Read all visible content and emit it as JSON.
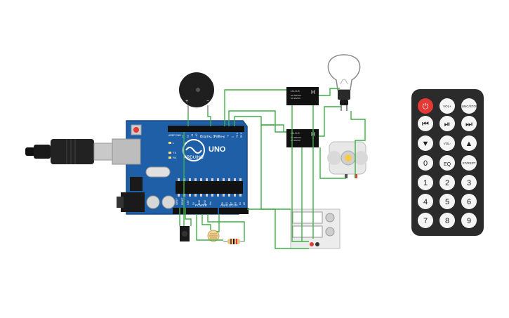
{
  "arduino": {
    "brand": "ARDUINO",
    "model": "UNO",
    "digital_header": "DIGITAL (PWM~)",
    "power_header": "POWER",
    "analog_header": "ANALOG IN",
    "aref": "AREF",
    "gnd": "GND",
    "led_l": "L",
    "led_tx": "TX",
    "led_rx": "RX",
    "digital_pins": [
      "13",
      "12",
      "~11",
      "~10",
      "~9",
      "8",
      "7",
      "~6",
      "~5",
      "4",
      "~3",
      "2",
      "TX 1",
      "RX 0"
    ],
    "power_pins": [
      "IOREF",
      "RESET",
      "3.3V",
      "5V",
      "GND",
      "GND",
      "Vin"
    ],
    "analog_pins": [
      "A0",
      "A1",
      "A2",
      "A3",
      "A4",
      "A5"
    ]
  },
  "buzzer": {
    "plus": "+",
    "minus": "−"
  },
  "relay_1": {
    "part": "LU-5-S",
    "spec1": "5A 250VAC",
    "spec2": "5A 30VDC"
  },
  "relay_2": {
    "part": "LU-5-S",
    "spec1": "5A 250VAC",
    "spec2": "5A 30VDC"
  },
  "remote": {
    "colors": {
      "body": "#2b2b2b",
      "button": "#f5f5f5",
      "power": "#e53935"
    },
    "rows": [
      [
        {
          "name": "power-button",
          "label": "⏻",
          "icon": "power-icon"
        },
        {
          "name": "vol-up-button",
          "label": "VOL+"
        },
        {
          "name": "func-stop-button",
          "label": "FUNC/STOP"
        }
      ],
      [
        {
          "name": "prev-button",
          "label": "⏮",
          "icon": "skip-back-icon"
        },
        {
          "name": "play-pause-button",
          "label": "⏯",
          "icon": "play-pause-icon"
        },
        {
          "name": "next-button",
          "label": "⏭",
          "icon": "skip-forward-icon"
        }
      ],
      [
        {
          "name": "down-button",
          "label": "▼",
          "icon": "triangle-down-icon"
        },
        {
          "name": "vol-down-button",
          "label": "VOL-"
        },
        {
          "name": "up-button",
          "label": "▲",
          "icon": "triangle-up-icon"
        }
      ],
      [
        {
          "name": "key-0-button",
          "label": "0"
        },
        {
          "name": "eq-button",
          "label": "EQ"
        },
        {
          "name": "st-rept-button",
          "label": "ST/REPT"
        }
      ],
      [
        {
          "name": "key-1-button",
          "label": "1"
        },
        {
          "name": "key-2-button",
          "label": "2"
        },
        {
          "name": "key-3-button",
          "label": "3"
        }
      ],
      [
        {
          "name": "key-4-button",
          "label": "4"
        },
        {
          "name": "key-5-button",
          "label": "5"
        },
        {
          "name": "key-6-button",
          "label": "6"
        }
      ],
      [
        {
          "name": "key-7-button",
          "label": "7"
        },
        {
          "name": "key-8-button",
          "label": "8"
        },
        {
          "name": "key-9-button",
          "label": "9"
        }
      ]
    ]
  },
  "colors": {
    "wire": "#3cb043",
    "board": "#1e5fa8",
    "relay": "#111111"
  }
}
